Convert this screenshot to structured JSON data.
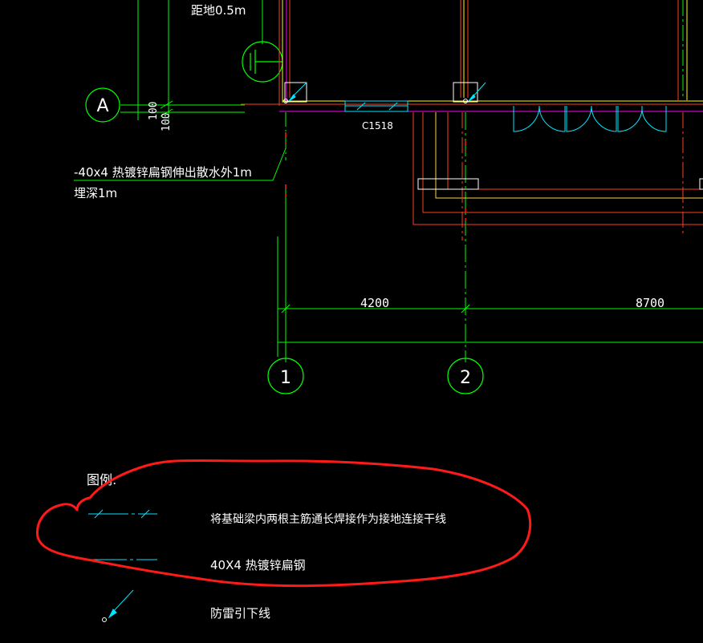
{
  "annotations": {
    "ground_distance": "距地0.5m",
    "steel_note": "-40x4 热镀锌扁钢伸出散水外1m",
    "bury_depth": "埋深1m",
    "window_tag": "C1518",
    "offset_a": "100",
    "offset_b": "100"
  },
  "axes": {
    "row_a": "A",
    "col_1": "1",
    "col_2": "2"
  },
  "dimensions": {
    "span_1_2": "4200",
    "span_2_next": "8700"
  },
  "legend": {
    "title": "图例:",
    "item_1": "将基础梁内两根主筋通长焊接作为接地连接干线",
    "item_2": "40X4 热镀锌扁钢",
    "item_3": "防雷引下线"
  },
  "colors": {
    "grid_green": "#00ff00",
    "wall_red": "#ff3b1f",
    "wall_yellow": "#ffff00",
    "magenta": "#ff00ff",
    "cyan": "#00e5ff",
    "markup_red": "#ff1a1a",
    "text_white": "#ffffff"
  }
}
